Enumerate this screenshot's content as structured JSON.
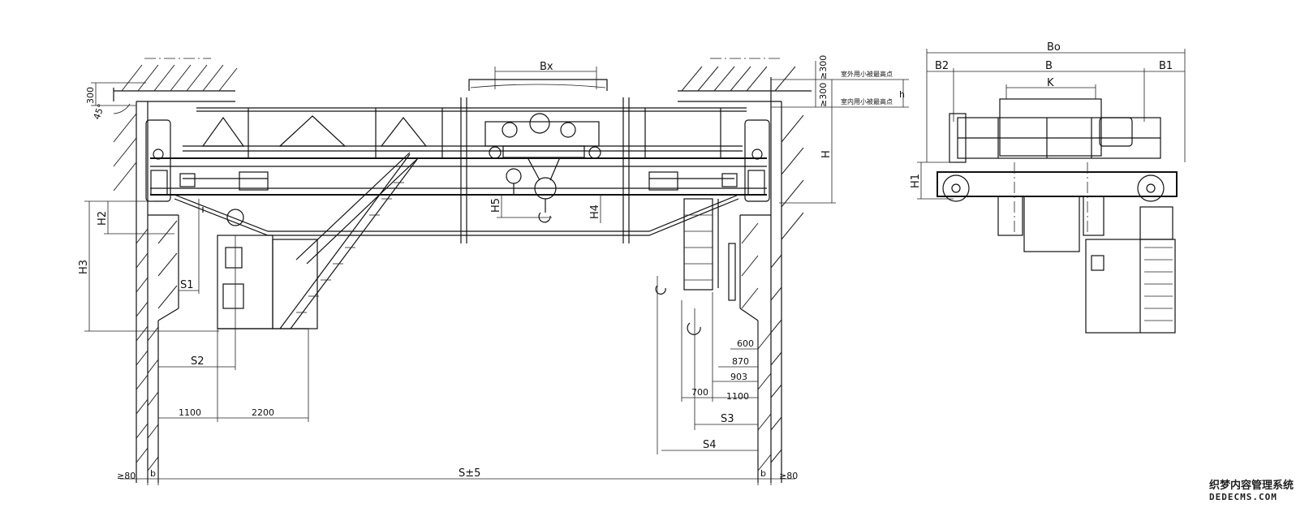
{
  "labels": {
    "bx": "Bx",
    "h": "H",
    "h_small": "h",
    "h1": "H1",
    "h2": "H2",
    "h3": "H3",
    "h4": "H4",
    "h5": "H5",
    "s1": "S1",
    "s2": "S2",
    "s3": "S3",
    "s4": "S4",
    "s_total": "S±5",
    "b_left": "b",
    "b_right": "b",
    "ge80_left": "≥80",
    "ge80_right": "≥80",
    "angle_45": "45°",
    "dim_300_left": "300",
    "dim_300_top": "≥300",
    "dim_300_mid": "≥300",
    "outdoor_note": "室外用小被最高点",
    "indoor_note": "室内用小被最高点",
    "dim_1100_left": "1100",
    "dim_2200": "2200",
    "dim_600": "600",
    "dim_870": "870",
    "dim_903": "903",
    "dim_700": "700",
    "dim_1100_right": "1100",
    "b0": "Bo",
    "b": "B",
    "b1": "B1",
    "b2": "B2",
    "k": "K"
  },
  "watermark": {
    "line1": "织梦内容管理系统",
    "line2": "DEDECMS.COM"
  }
}
